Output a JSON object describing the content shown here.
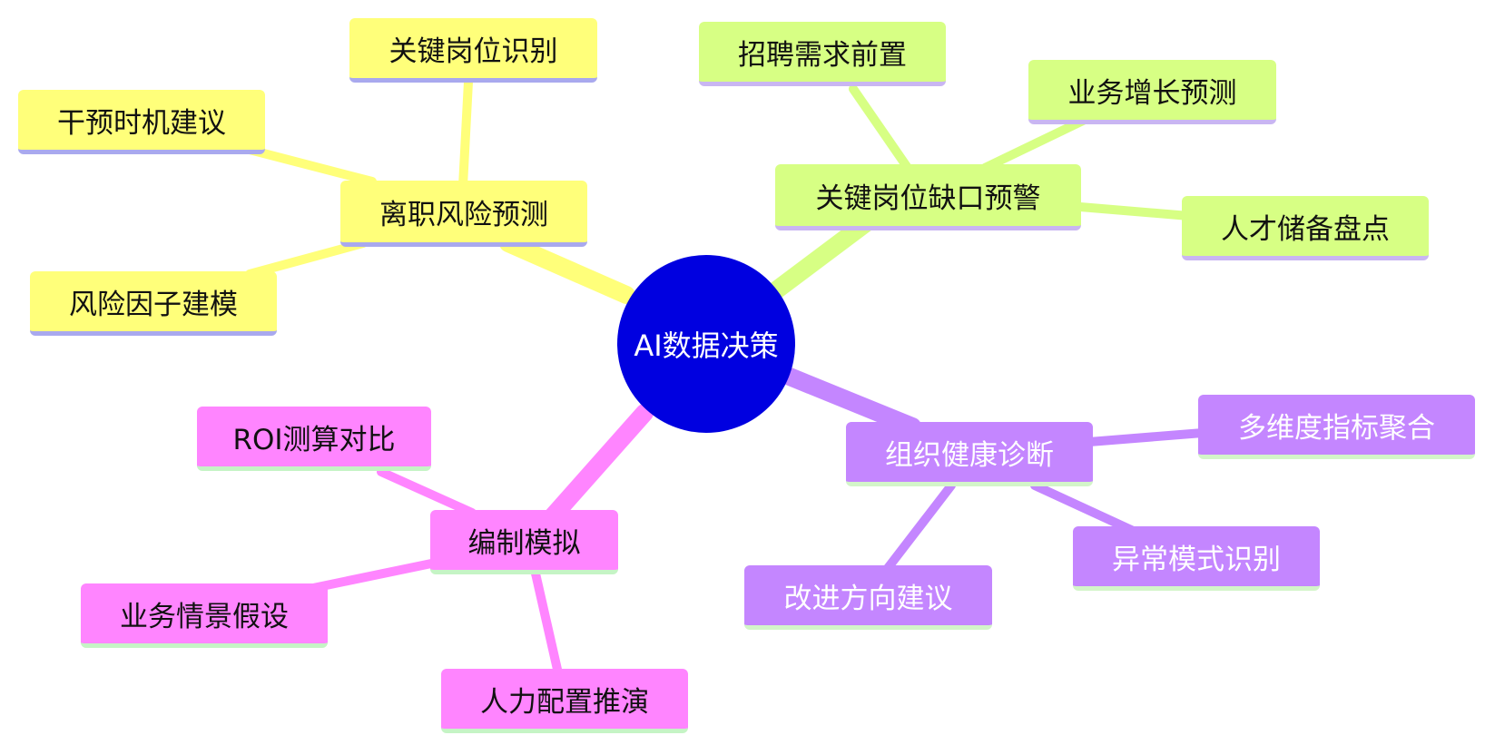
{
  "center": {
    "label": "AI数据决策",
    "color": "#0000e0"
  },
  "colors": {
    "yellow": "#ffff7a",
    "green": "#d7ff84",
    "pink": "#ff85ff",
    "purple": "#c486ff"
  },
  "branches": {
    "yellow": {
      "label": "离职风险预测",
      "children": [
        "关键岗位识别",
        "干预时机建议",
        "风险因子建模"
      ]
    },
    "green": {
      "label": "关键岗位缺口预警",
      "children": [
        "招聘需求前置",
        "业务增长预测",
        "人才储备盘点"
      ]
    },
    "purple": {
      "label": "组织健康诊断",
      "children": [
        "多维度指标聚合",
        "异常模式识别",
        "改进方向建议"
      ]
    },
    "pink": {
      "label": "编制模拟",
      "children": [
        "ROI测算对比",
        "业务情景假设",
        "人力配置推演"
      ]
    }
  }
}
